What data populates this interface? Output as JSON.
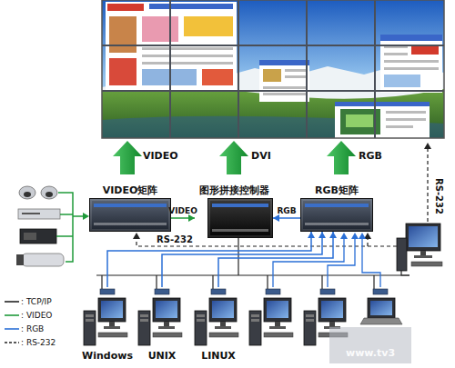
{
  "diagram": {
    "nodes": [
      {
        "text": [
          "VIDEO矩阵"
        ]
      },
      {
        "text": [
          "图形拼接控制器"
        ]
      },
      {
        "text": [
          "RGB矩阵"
        ]
      },
      {
        "text": [
          "Windows"
        ]
      },
      {
        "text": [
          "UNIX"
        ]
      },
      {
        "text": [
          "LINUX"
        ]
      }
    ],
    "edges": [
      {
        "from": 0,
        "to": 1,
        "label": "VIDEO",
        "arrow": "to"
      },
      {
        "from": 2,
        "to": 1,
        "label": "RGB",
        "arrow": "to"
      },
      {
        "from": 3,
        "to": 2,
        "arrow": "to"
      },
      {
        "from": 4,
        "to": 2,
        "arrow": "to"
      },
      {
        "from": 5,
        "to": 2,
        "arrow": "to"
      }
    ],
    "labels": [
      "VIDEO",
      "DVI",
      "RGB",
      "RS-232",
      "RS-232",
      "www.tv3"
    ],
    "legend": [
      {
        "text": ": TCP/IP"
      },
      {
        "text": ": VIDEO"
      },
      {
        "text": ": RGB"
      },
      {
        "text": ": RS-232"
      }
    ]
  }
}
